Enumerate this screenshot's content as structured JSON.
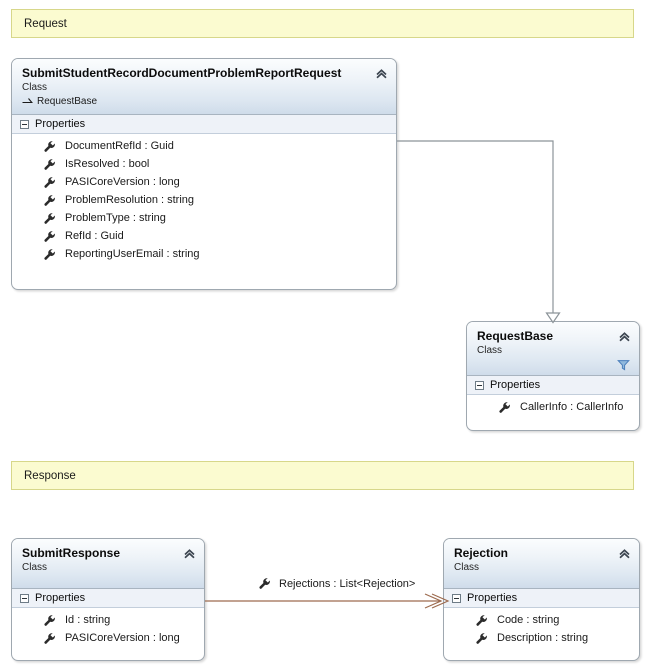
{
  "banners": {
    "request": "Request",
    "response": "Response"
  },
  "colors": {
    "banner_fill": "#fbfbd0",
    "banner_border": "#d7d78a",
    "class_border": "#9fa8b0",
    "header_gradient_top": "#fbfdfe",
    "header_gradient_bottom": "#cfdcea",
    "compartment_fill": "#eef2f8",
    "inheritance_line": "#8c9499",
    "association_line": "#9d6b4f",
    "funnel_icon": "#4a7ebb"
  },
  "classes": [
    {
      "id": "submit-student-record-document-problem-report-request",
      "name": "SubmitStudentRecordDocumentProblemReportRequest",
      "stereotype": "Class",
      "base": "RequestBase",
      "compartment": "Properties",
      "members": [
        "DocumentRefId : Guid",
        "IsResolved : bool",
        "PASICoreVersion : long",
        "ProblemResolution : string",
        "ProblemType : string",
        "RefId : Guid",
        "ReportingUserEmail : string"
      ]
    },
    {
      "id": "request-base",
      "name": "RequestBase",
      "stereotype": "Class",
      "compartment": "Properties",
      "members": [
        "CallerInfo : CallerInfo"
      ]
    },
    {
      "id": "submit-response",
      "name": "SubmitResponse",
      "stereotype": "Class",
      "compartment": "Properties",
      "members": [
        "Id : string",
        "PASICoreVersion : long"
      ]
    },
    {
      "id": "rejection",
      "name": "Rejection",
      "stereotype": "Class",
      "compartment": "Properties",
      "members": [
        "Code : string",
        "Description : string"
      ]
    }
  ],
  "connectors": {
    "inheritance": {
      "from": "SubmitStudentRecordDocumentProblemReportRequest",
      "to": "RequestBase",
      "kind": "generalization"
    },
    "association": {
      "from": "SubmitResponse",
      "to": "Rejection",
      "kind": "association",
      "label": "Rejections : List<Rejection>"
    }
  },
  "icons": {
    "collapse": "chevron-up-icon",
    "filter": "funnel-icon",
    "property": "wrench-icon",
    "base_arrow": "inheritance-arrow-icon",
    "expander": "collapse-expander-icon"
  }
}
